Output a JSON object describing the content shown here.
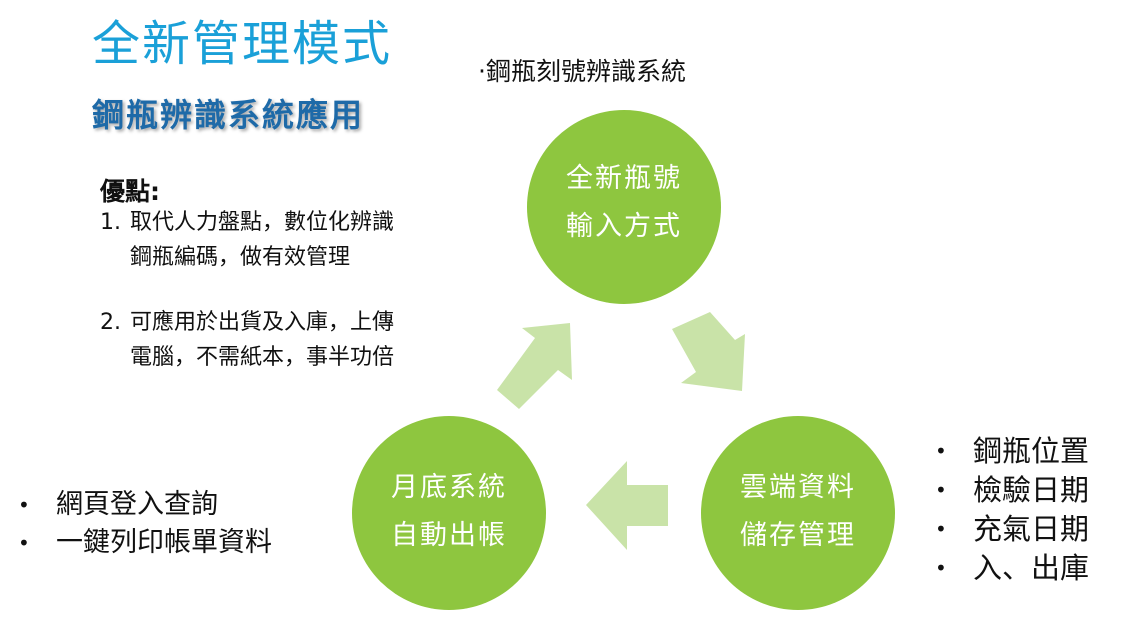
{
  "title": {
    "main": "全新管理模式",
    "sub": "鋼瓶辨識系統應用"
  },
  "top_note": "‧鋼瓶刻號辨識系統",
  "advantages": {
    "heading": "優點:",
    "items": [
      {
        "number": "1.",
        "lines": [
          "取代人力盤點，數位化辨識",
          "鋼瓶編碼，做有效管理"
        ]
      },
      {
        "number": "2.",
        "lines": [
          "可應用於出貨及入庫，上傳",
          "電腦，不需紙本，事半功倍"
        ]
      }
    ]
  },
  "cycle": {
    "nodes": [
      {
        "id": "top",
        "lines": [
          "全新瓶號",
          "輸入方式"
        ]
      },
      {
        "id": "right",
        "lines": [
          "雲端資料",
          "儲存管理"
        ]
      },
      {
        "id": "left",
        "lines": [
          "月底系統",
          "自動出帳"
        ]
      }
    ]
  },
  "right_bullets": [
    "鋼瓶位置",
    "檢驗日期",
    "充氣日期",
    "入、出庫"
  ],
  "left_bullets": [
    "網頁登入查詢",
    "一鍵列印帳單資料"
  ],
  "colors": {
    "title_main": "#1aa0d8",
    "title_sub": "#1e6aa8",
    "circle": "#8ec63f",
    "arrow": "#c9e3a8",
    "text": "#111111"
  },
  "bullet_glyph": "•"
}
